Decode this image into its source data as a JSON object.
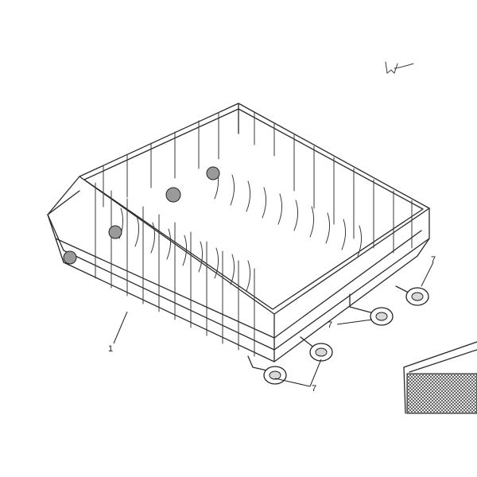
{
  "callouts": [
    {
      "id": "basket",
      "text": "1"
    },
    {
      "id": "wheel-right",
      "text": "7"
    },
    {
      "id": "wheel-mid",
      "text": "7"
    },
    {
      "id": "wheel-bottom",
      "text": "7"
    }
  ],
  "colors": {
    "line": "#2a2a2a",
    "background": "#ffffff"
  }
}
